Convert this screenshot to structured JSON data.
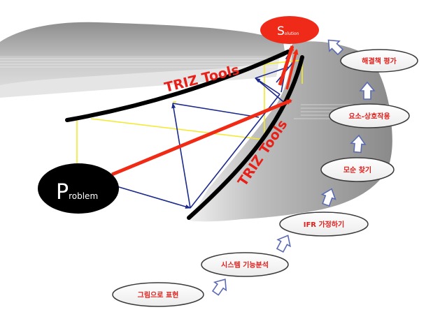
{
  "diagram": {
    "problem": {
      "initial": "P",
      "rest": "roblem"
    },
    "solution": {
      "initial": "S",
      "rest": "olution"
    },
    "triz_tools_upper": "TRIZ Tools",
    "triz_tools_lower": "TRIZ Tools",
    "steps": [
      {
        "label": "그림으로 표현"
      },
      {
        "label": "시스템 기능분석"
      },
      {
        "label": "IFR 가정하기"
      },
      {
        "label": "모순 찾기"
      },
      {
        "label": "요소-상호작용"
      },
      {
        "label": "해결책 평가"
      }
    ],
    "colors": {
      "arrow_red": "#f02a14",
      "link_blue": "#1c2a8c",
      "link_yellow": "#f2ea2a",
      "curve_black": "#000000",
      "step_text": "#e0201c",
      "step_arrow": "#5a6bb4"
    }
  }
}
